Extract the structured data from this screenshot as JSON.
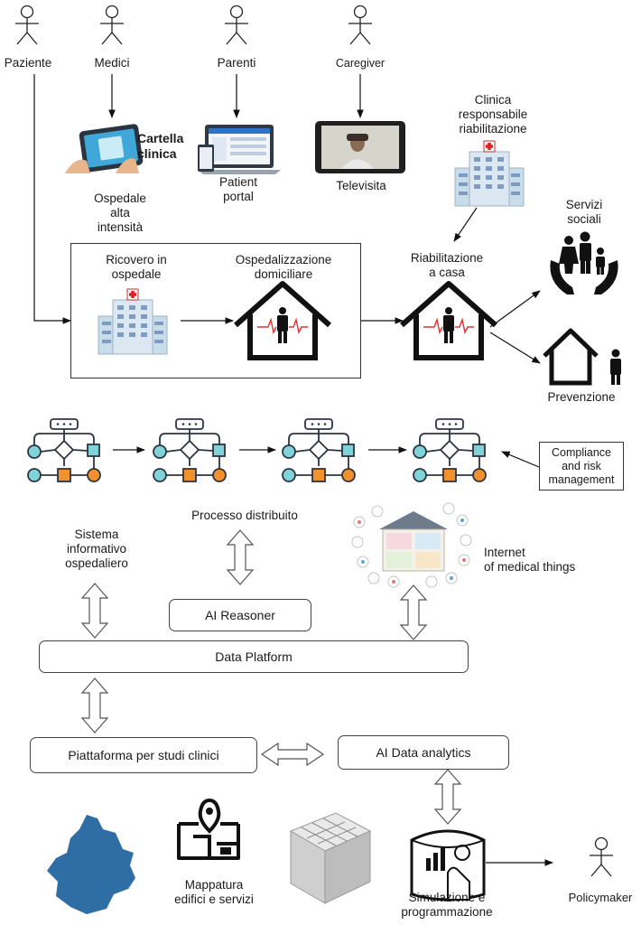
{
  "actors": {
    "paziente": "Paziente",
    "medici": "Medici",
    "parenti": "Parenti",
    "caregiver": "Caregiver",
    "policymaker": "Policymaker"
  },
  "devices": {
    "cartella_clinica": "Cartella\nclinica",
    "patient_portal": "Patient\nportal",
    "televisita": "Televisita"
  },
  "places": {
    "ospedale_alta_intensita": "Ospedale\nalta\nintensità",
    "clinica_riabilitazione": "Clinica\nresponsabile\nriabilitazione",
    "ricovero": "Ricovero in\nospedale",
    "ospedalizzazione": "Ospedalizzazione\ndomiciliare",
    "riabilitazione_casa": "Riabilitazione\na casa",
    "servizi_sociali": "Servizi\nsociali",
    "prevenzione": "Prevenzione"
  },
  "process": {
    "compliance": "Compliance\nand risk\nmanagement",
    "processo_distribuito": "Processo distribuito"
  },
  "systems": {
    "sistema_informativo": "Sistema\ninformativo\nospedaliero",
    "iomt": "Internet\nof medical things",
    "ai_reasoner": "AI Reasoner",
    "data_platform": "Data Platform",
    "piattaforma_studi": "Piattaforma per studi clinici",
    "ai_data_analytics": "AI Data analytics"
  },
  "bottom": {
    "mappatura": "Mappatura\nedifici e servizi",
    "simulazione": "Simulazione e\nprogrammazione"
  },
  "colors": {
    "teal": "#7fd3d9",
    "orange": "#f0912e",
    "stroke": "#2e3440",
    "piemonte_blue": "#2f6ea5"
  }
}
